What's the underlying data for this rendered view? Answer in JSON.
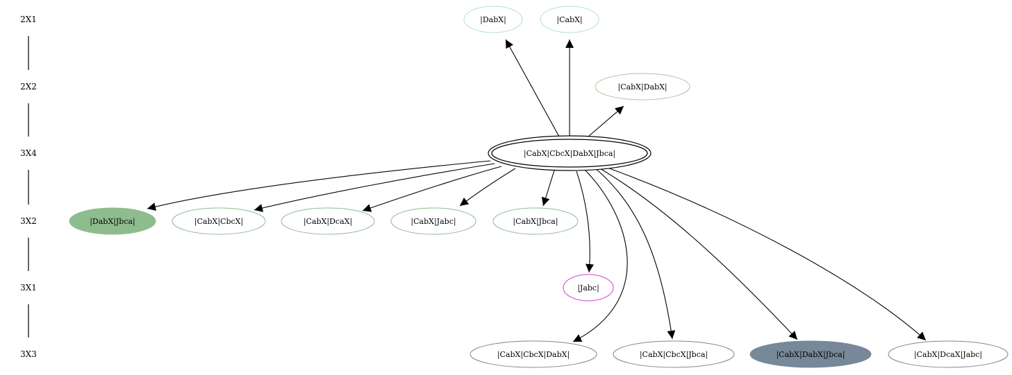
{
  "ranks": [
    {
      "id": "r2x1",
      "label": "2X1"
    },
    {
      "id": "r2x2",
      "label": "2X2"
    },
    {
      "id": "r3x4",
      "label": "3X4"
    },
    {
      "id": "r3x2",
      "label": "3X2"
    },
    {
      "id": "r3x1",
      "label": "3X1"
    },
    {
      "id": "r3x3",
      "label": "3X3"
    }
  ],
  "nodes": [
    {
      "id": "dabx",
      "label": "|DabX|",
      "rank": "r2x1",
      "style": "outline",
      "color": "#b2dfdb"
    },
    {
      "id": "cabx",
      "label": "|CabX|",
      "rank": "r2x1",
      "style": "outline",
      "color": "#b2dfdb"
    },
    {
      "id": "cabx_dabx",
      "label": "|CabX|DabX|",
      "rank": "r2x2",
      "style": "outline",
      "color": "#c9b8a4"
    },
    {
      "id": "root",
      "label": "|CabX|CbcX|DabX|Jbca|",
      "rank": "r3x4",
      "style": "double",
      "color": "#000000"
    },
    {
      "id": "dabx_jbca",
      "label": "|DabX|Jbca|",
      "rank": "r3x2",
      "style": "filled",
      "color": "#8fbc8f"
    },
    {
      "id": "cabx_cbcx",
      "label": "|CabX|CbcX|",
      "rank": "r3x2",
      "style": "outline",
      "color": "#8fbc8f"
    },
    {
      "id": "cabx_dcax",
      "label": "|CabX|DcaX|",
      "rank": "r3x2",
      "style": "outline",
      "color": "#8fbc8f"
    },
    {
      "id": "cabx_jabc",
      "label": "|CabX|Jabc|",
      "rank": "r3x2",
      "style": "outline",
      "color": "#8fbc8f"
    },
    {
      "id": "cabx_jbca",
      "label": "|CabX|Jbca|",
      "rank": "r3x2",
      "style": "outline",
      "color": "#8fbc8f"
    },
    {
      "id": "jabc",
      "label": "|Jabc|",
      "rank": "r3x1",
      "style": "outline",
      "color": "#d63bd3"
    },
    {
      "id": "cabx_cbcx_dabx",
      "label": "|CabX|CbcX|DabX|",
      "rank": "r3x3",
      "style": "outline",
      "color": "#778899"
    },
    {
      "id": "cabx_cbcx_jbca",
      "label": "|CabX|CbcX|Jbca|",
      "rank": "r3x3",
      "style": "outline",
      "color": "#778899"
    },
    {
      "id": "cabx_dabx_jbca",
      "label": "|CabX|DabX|Jbca|",
      "rank": "r3x3",
      "style": "filled",
      "color": "#778899"
    },
    {
      "id": "cabx_dcax_jabc",
      "label": "|CabX|DcaX|Jabc|",
      "rank": "r3x3",
      "style": "outline",
      "color": "#778899"
    }
  ],
  "edges": [
    {
      "from": "root",
      "to": "dabx"
    },
    {
      "from": "root",
      "to": "cabx"
    },
    {
      "from": "root",
      "to": "cabx_dabx"
    },
    {
      "from": "root",
      "to": "dabx_jbca"
    },
    {
      "from": "root",
      "to": "cabx_cbcx"
    },
    {
      "from": "root",
      "to": "cabx_dcax"
    },
    {
      "from": "root",
      "to": "cabx_jabc"
    },
    {
      "from": "root",
      "to": "cabx_jbca"
    },
    {
      "from": "root",
      "to": "jabc"
    },
    {
      "from": "root",
      "to": "cabx_cbcx_dabx"
    },
    {
      "from": "root",
      "to": "cabx_cbcx_jbca"
    },
    {
      "from": "root",
      "to": "cabx_dabx_jbca"
    },
    {
      "from": "root",
      "to": "cabx_dcax_jabc"
    }
  ]
}
